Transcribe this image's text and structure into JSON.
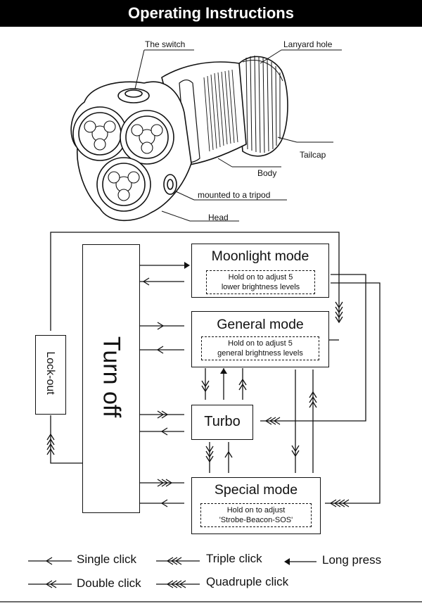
{
  "title": "Operating Instructions",
  "callouts": {
    "switch": "The switch",
    "lanyard_hole": "Lanyard hole",
    "tailcap": "Tailcap",
    "body": "Body",
    "tripod": "mounted to a tripod",
    "head": "Head"
  },
  "modes": {
    "turn_off": "Turn off",
    "lock_out": "Lock-out",
    "moonlight": {
      "title": "Moonlight mode",
      "hint_line1": "Hold on to adjust 5",
      "hint_line2": "lower brightness levels"
    },
    "general": {
      "title": "General mode",
      "hint_line1": "Hold on to adjust 5",
      "hint_line2": "general brightness levels"
    },
    "turbo": "Turbo",
    "special": {
      "title": "Special mode",
      "hint_line1": "Hold on to adjust",
      "hint_line2": "'Strobe-Beacon-SOS'"
    }
  },
  "legend": {
    "single_click": "Single click",
    "double_click": "Double click",
    "triple_click": "Triple click",
    "quadruple_click": "Quadruple click",
    "long_press": "Long press"
  }
}
